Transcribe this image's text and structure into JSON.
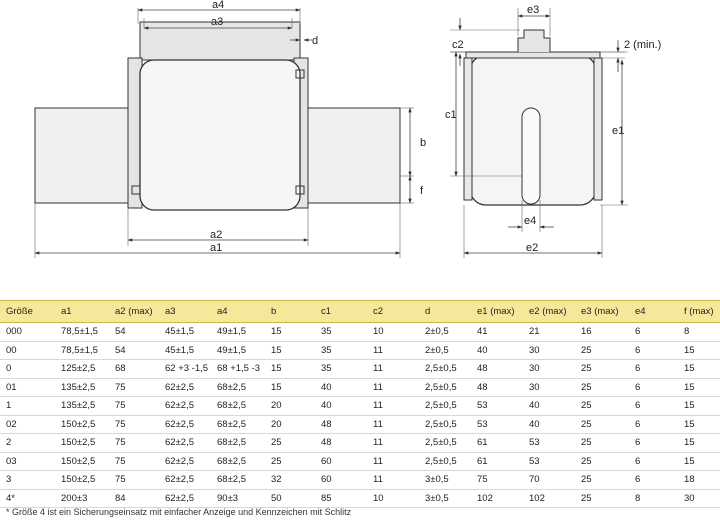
{
  "drawing": {
    "side_view": {
      "a4": "a4",
      "a3": "a3",
      "d": "d",
      "b": "b",
      "f": "f",
      "a2": "a2",
      "a1": "a1"
    },
    "front_view": {
      "e3": "e3",
      "c2": "c2",
      "min_label": "2  (min.)",
      "c1": "c1",
      "e1": "e1",
      "e4": "e4",
      "e2": "e2"
    }
  },
  "table": {
    "headers": [
      "Größe",
      "a1",
      "a2 (max)",
      "a3",
      "a4",
      "b",
      "c1",
      "c2",
      "d",
      "e1 (max)",
      "e2 (max)",
      "e3 (max)",
      "e4",
      "f (max)"
    ],
    "rows": [
      [
        "000",
        "78,5±1,5",
        "54",
        "45±1,5",
        "49±1,5",
        "15",
        "35",
        "10",
        "2±0,5",
        "41",
        "21",
        "16",
        "6",
        "8"
      ],
      [
        "00",
        "78,5±1,5",
        "54",
        "45±1,5",
        "49±1,5",
        "15",
        "35",
        "11",
        "2±0,5",
        "40",
        "30",
        "25",
        "6",
        "15"
      ],
      [
        "0",
        "125±2,5",
        "68",
        "62 +3 -1,5",
        "68 +1,5 -3",
        "15",
        "35",
        "11",
        "2,5±0,5",
        "48",
        "30",
        "25",
        "6",
        "15"
      ],
      [
        "01",
        "135±2,5",
        "75",
        "62±2,5",
        "68±2,5",
        "15",
        "40",
        "11",
        "2,5±0,5",
        "48",
        "30",
        "25",
        "6",
        "15"
      ],
      [
        "1",
        "135±2,5",
        "75",
        "62±2,5",
        "68±2,5",
        "20",
        "40",
        "11",
        "2,5±0,5",
        "53",
        "40",
        "25",
        "6",
        "15"
      ],
      [
        "02",
        "150±2,5",
        "75",
        "62±2,5",
        "68±2,5",
        "20",
        "48",
        "11",
        "2,5±0,5",
        "53",
        "40",
        "25",
        "6",
        "15"
      ],
      [
        "2",
        "150±2,5",
        "75",
        "62±2,5",
        "68±2,5",
        "25",
        "48",
        "11",
        "2,5±0,5",
        "61",
        "53",
        "25",
        "6",
        "15"
      ],
      [
        "03",
        "150±2,5",
        "75",
        "62±2,5",
        "68±2,5",
        "25",
        "60",
        "11",
        "2,5±0,5",
        "61",
        "53",
        "25",
        "6",
        "15"
      ],
      [
        "3",
        "150±2,5",
        "75",
        "62±2,5",
        "68±2,5",
        "32",
        "60",
        "11",
        "3±0,5",
        "75",
        "70",
        "25",
        "6",
        "18"
      ],
      [
        "4*",
        "200±3",
        "84",
        "62±2,5",
        "90±3",
        "50",
        "85",
        "10",
        "3±0,5",
        "102",
        "102",
        "25",
        "8",
        "30"
      ]
    ]
  },
  "footnote": "* Größe 4 ist ein Sicherungseinsatz mit einfacher Anzeige und Kennzeichen mit Schlitz"
}
